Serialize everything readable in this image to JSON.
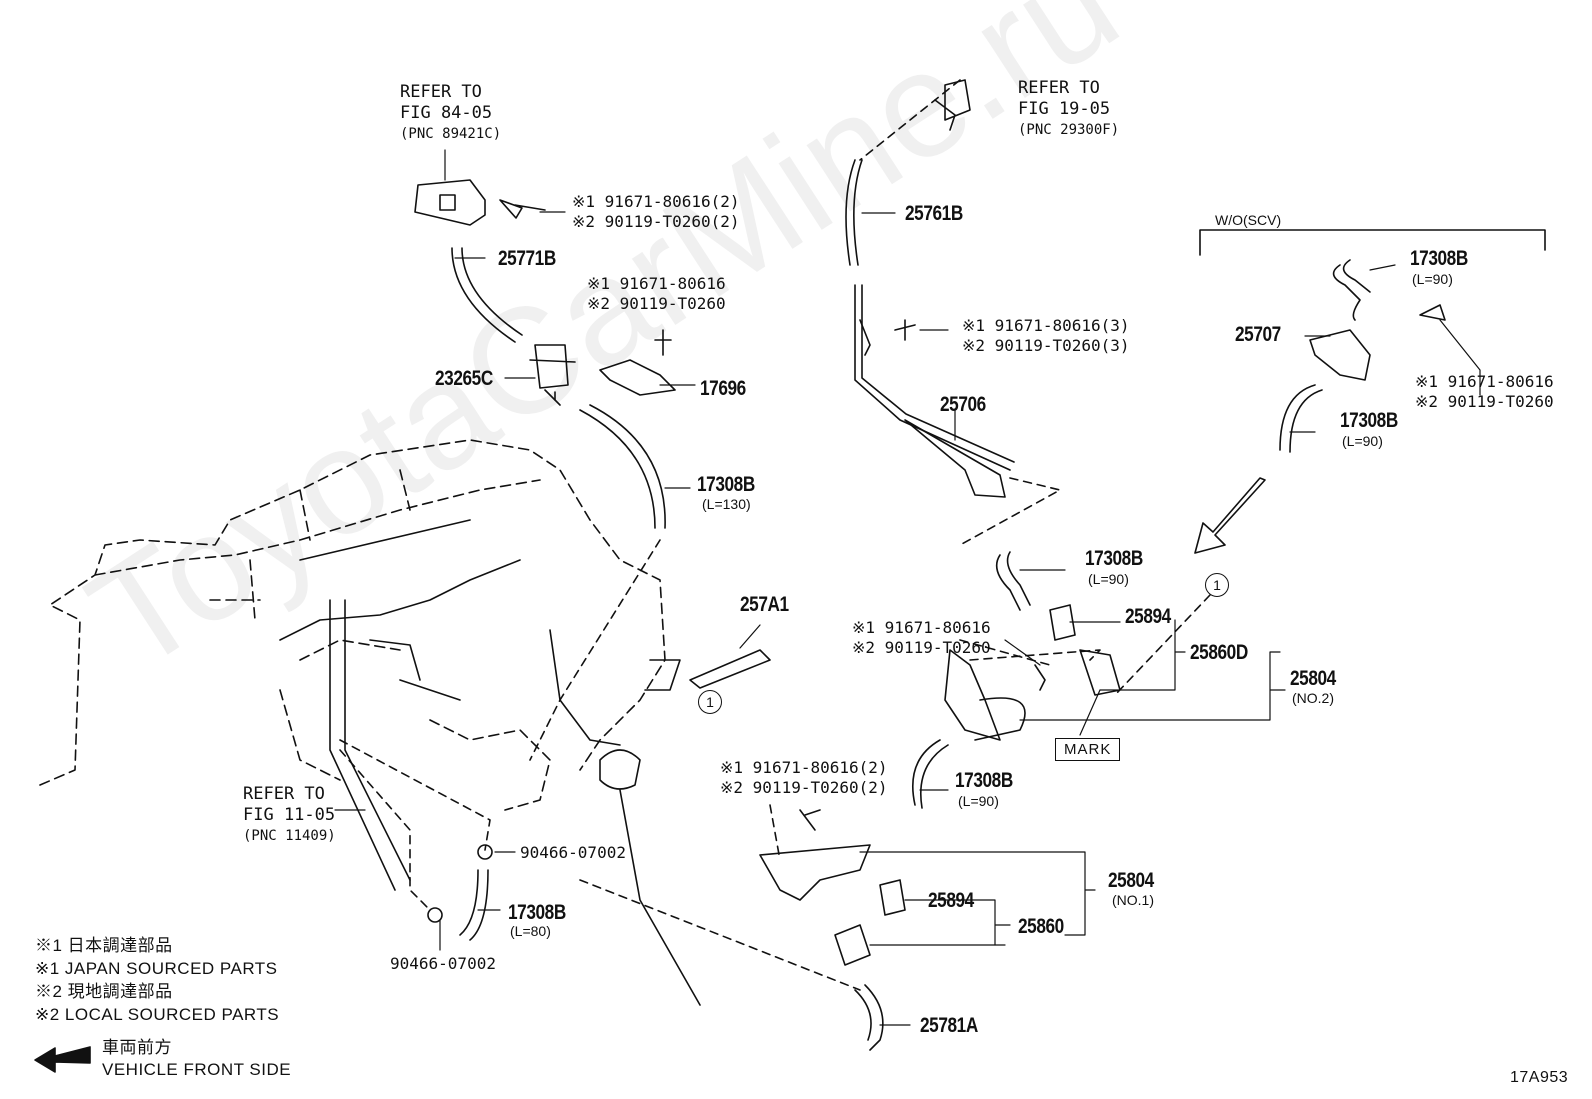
{
  "watermark": "ToyotaCarMine.ru",
  "drawing_id": "17A953",
  "refs": {
    "fig84": {
      "line1": "REFER TO",
      "line2": "FIG 84-05",
      "line3": "(PNC 89421C)"
    },
    "fig19": {
      "line1": "REFER TO",
      "line2": "FIG 19-05",
      "line3": "(PNC 29300F)"
    },
    "fig11": {
      "line1": "REFER TO",
      "line2": "FIG 11-05",
      "line3": "(PNC 11409)"
    }
  },
  "notes": {
    "n1": {
      "a": "※1 91671-80616(2)",
      "b": "※2 90119-T0260(2)"
    },
    "n2": {
      "a": "※1 91671-80616",
      "b": "※2 90119-T0260"
    },
    "n3": {
      "a": "※1 91671-80616(3)",
      "b": "※2 90119-T0260(3)"
    },
    "n4": {
      "a": "※1 91671-80616",
      "b": "※2 90119-T0260"
    },
    "n5": {
      "a": "※1 91671-80616",
      "b": "※2 90119-T0260"
    },
    "n6": {
      "a": "※1 91671-80616(2)",
      "b": "※2 90119-T0260(2)"
    }
  },
  "parts": {
    "p25771B": "25771B",
    "p23265C": "23265C",
    "p17696": "17696",
    "p17308B_130": "17308B",
    "l130": "(L=130)",
    "p25761B": "25761B",
    "p25706": "25706",
    "wo_scv": "W/O(SCV)",
    "p17308B_top": "17308B",
    "l90_top": "(L=90)",
    "p25707": "25707",
    "p17308B_mid": "17308B",
    "l90_mid": "(L=90)",
    "p257A1": "257A1",
    "p17308B_c": "17308B",
    "l90_c": "(L=90)",
    "p25894_a": "25894",
    "p25860D": "25860D",
    "p25804_a": "25804",
    "no2": "(NO.2)",
    "mark": "MARK",
    "p17308B_d": "17308B",
    "l90_d": "(L=90)",
    "p90466_a": "90466-07002",
    "p17308B_e": "17308B",
    "l80": "(L=80)",
    "p90466_b": "90466-07002",
    "p25894_b": "25894",
    "p25860": "25860",
    "p25804_b": "25804",
    "no1": "(NO.1)",
    "p25781A": "25781A"
  },
  "circled_ref": "1",
  "legend": {
    "l1": "※1 日本調達部品",
    "l2": "※1 JAPAN SOURCED PARTS",
    "l3": "※2 現地調達部品",
    "l4": "※2 LOCAL SOURCED PARTS"
  },
  "front": {
    "jp": "車両前方",
    "en": "VEHICLE FRONT SIDE"
  }
}
